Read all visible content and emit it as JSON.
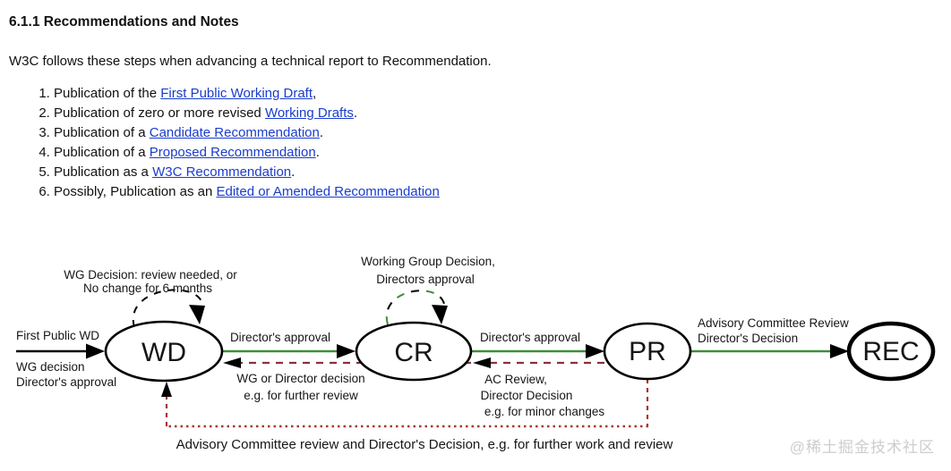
{
  "page": {
    "heading": "6.1.1 Recommendations and Notes",
    "intro": "W3C follows these steps when advancing a technical report to Recommendation.",
    "steps": [
      {
        "prefix": "Publication of the ",
        "link": "First Public Working Draft",
        "suffix": ","
      },
      {
        "prefix": "Publication of zero or more revised ",
        "link": "Working Drafts",
        "suffix": "."
      },
      {
        "prefix": "Publication of a ",
        "link": "Candidate Recommendation",
        "suffix": "."
      },
      {
        "prefix": "Publication of a ",
        "link": "Proposed Recommendation",
        "suffix": "."
      },
      {
        "prefix": "Publication as a ",
        "link": "W3C Recommendation",
        "suffix": "."
      },
      {
        "prefix": "Possibly, Publication as an ",
        "link": "Edited or Amended Recommendation",
        "suffix": ""
      }
    ],
    "watermark": "@稀土掘金技术社区"
  },
  "diagram": {
    "nodes": {
      "wd": "WD",
      "cr": "CR",
      "pr": "PR",
      "rec": "REC"
    },
    "labels": {
      "incoming_top": "First Public WD",
      "incoming_bottom1": "WG decision",
      "incoming_bottom2": "Director's approval",
      "wd_loop1": "WG Decision: review needed, or",
      "wd_loop2": "No change for 6 months",
      "wd_to_cr": "Director's approval",
      "cr_to_wd1": "WG or Director decision",
      "cr_to_wd2": "e.g. for further review",
      "cr_loop1": "Working Group Decision,",
      "cr_loop2": "Directors approval",
      "cr_to_pr": "Director's approval",
      "pr_to_cr1": "AC Review,",
      "pr_to_cr2": "Director Decision",
      "pr_to_cr3": "e.g. for minor changes",
      "pr_to_rec1": "Advisory Committee Review",
      "pr_to_rec2": "Director's Decision",
      "bottom_caption": "Advisory Committee review and Director's Decision, e.g. for further work and review"
    },
    "colors": {
      "green": "#3e8e3a",
      "maroon": "#8e2f3c",
      "red": "#a6382f",
      "black": "#000000",
      "link_blue": "#1a3ccc"
    }
  }
}
